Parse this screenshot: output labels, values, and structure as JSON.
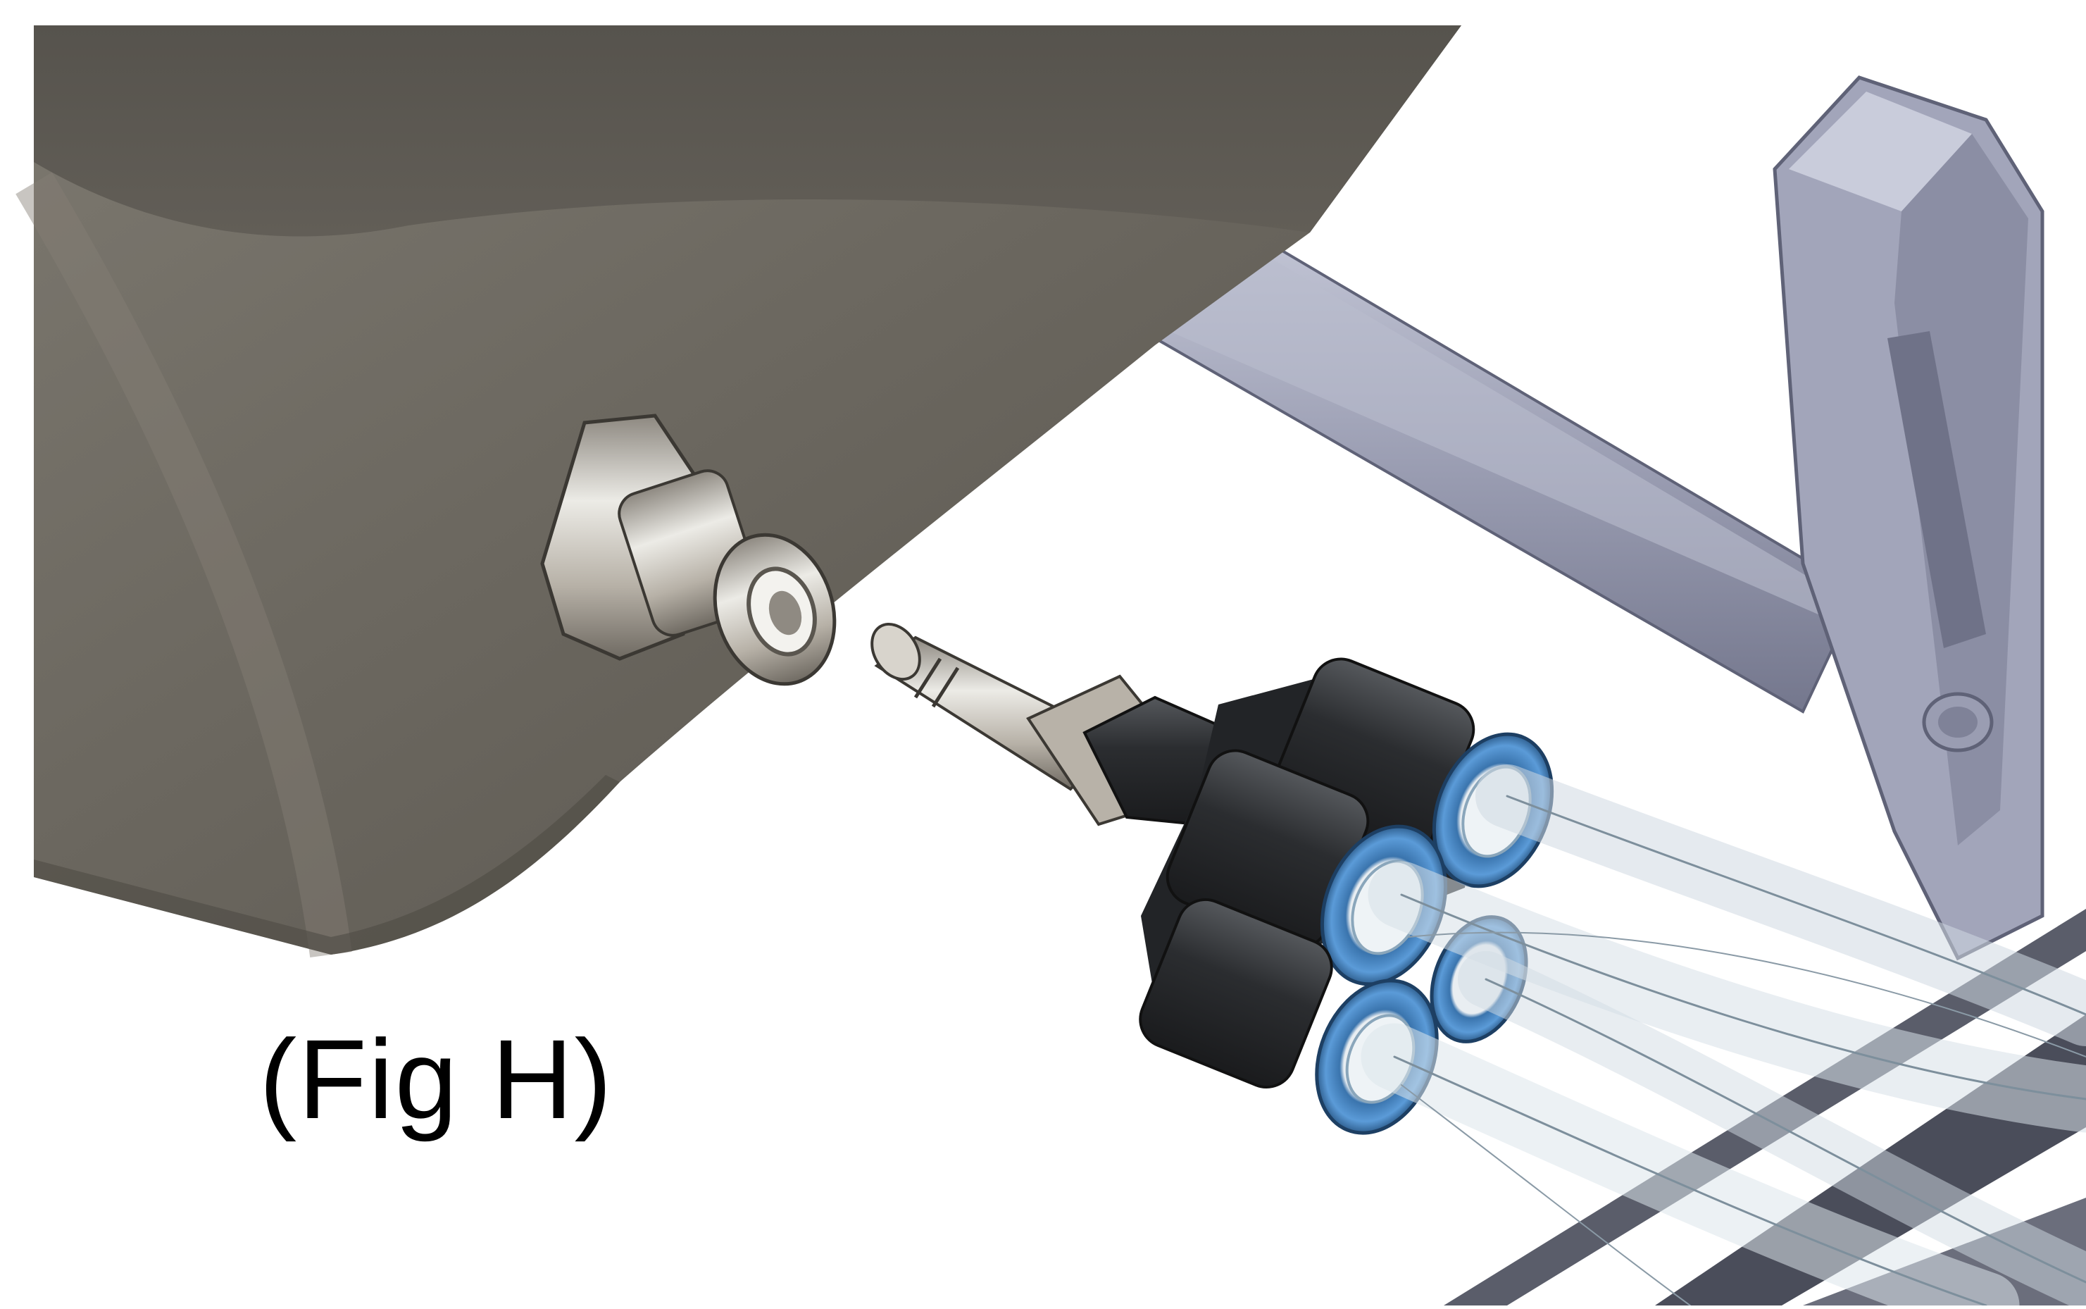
{
  "figure": {
    "caption": "(Fig H)",
    "colors": {
      "tank": "#6e6a62",
      "tank_dark": "#4d4a44",
      "frame": "#9a9db2",
      "frame_dark": "#6f7288",
      "frame_light": "#c3c6d6",
      "fitting_metal": "#c9c4bb",
      "fitting_black": "#2b2d30",
      "seal_ring": "#4f8fd0",
      "tubing": "#dfe8ee"
    },
    "parts": [
      "tank-body",
      "bulkhead-fitting",
      "push-in-connector",
      "manifold-fitting",
      "air-tubes",
      "mounting-frame"
    ]
  }
}
